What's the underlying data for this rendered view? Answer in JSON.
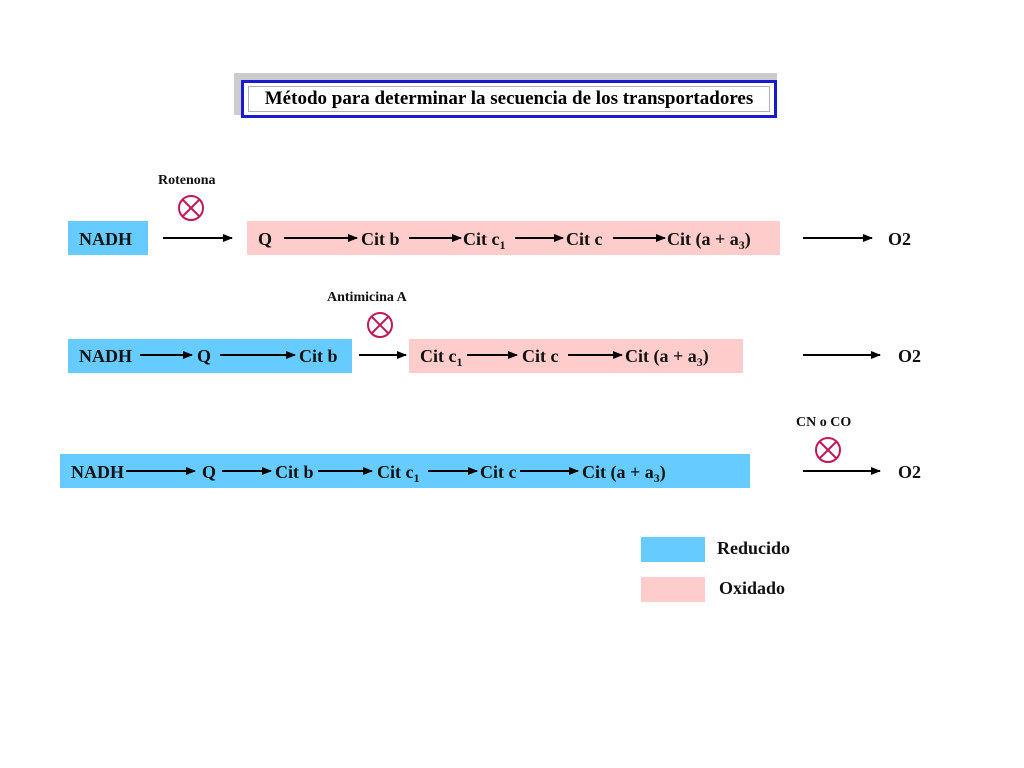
{
  "title": "Método para determinar la secuencia de los transportadores",
  "colors": {
    "reducido": "#66ccff",
    "oxidado": "#ffcccc",
    "inhibitor": "#c0185b",
    "title_border": "#1a1ad1"
  },
  "rows": [
    {
      "inhibitor": "Rotenona",
      "nadh": "NADH",
      "q": "Q",
      "cit_b": "Cit b",
      "cit_c1": "Cit c",
      "cit_c1_sub": "1",
      "cit_c": "Cit c",
      "cit_aa3_pre": "Cit (a + a",
      "cit_aa3_sub": "3",
      "cit_aa3_post": ")",
      "o2": "O2"
    },
    {
      "inhibitor": "Antimicina A",
      "nadh": "NADH",
      "q": "Q",
      "cit_b": "Cit b",
      "cit_c1": "Cit c",
      "cit_c1_sub": "1",
      "cit_c": "Cit c",
      "cit_aa3_pre": "Cit (a + a",
      "cit_aa3_sub": "3",
      "cit_aa3_post": ")",
      "o2": "O2"
    },
    {
      "inhibitor": "CN o CO",
      "nadh": "NADH",
      "q": "Q",
      "cit_b": "Cit b",
      "cit_c1": "Cit c",
      "cit_c1_sub": "1",
      "cit_c": "Cit c",
      "cit_aa3_pre": "Cit (a + a",
      "cit_aa3_sub": "3",
      "cit_aa3_post": ")",
      "o2": "O2"
    }
  ],
  "legend": {
    "reducido": "Reducido",
    "oxidado": "Oxidado"
  }
}
